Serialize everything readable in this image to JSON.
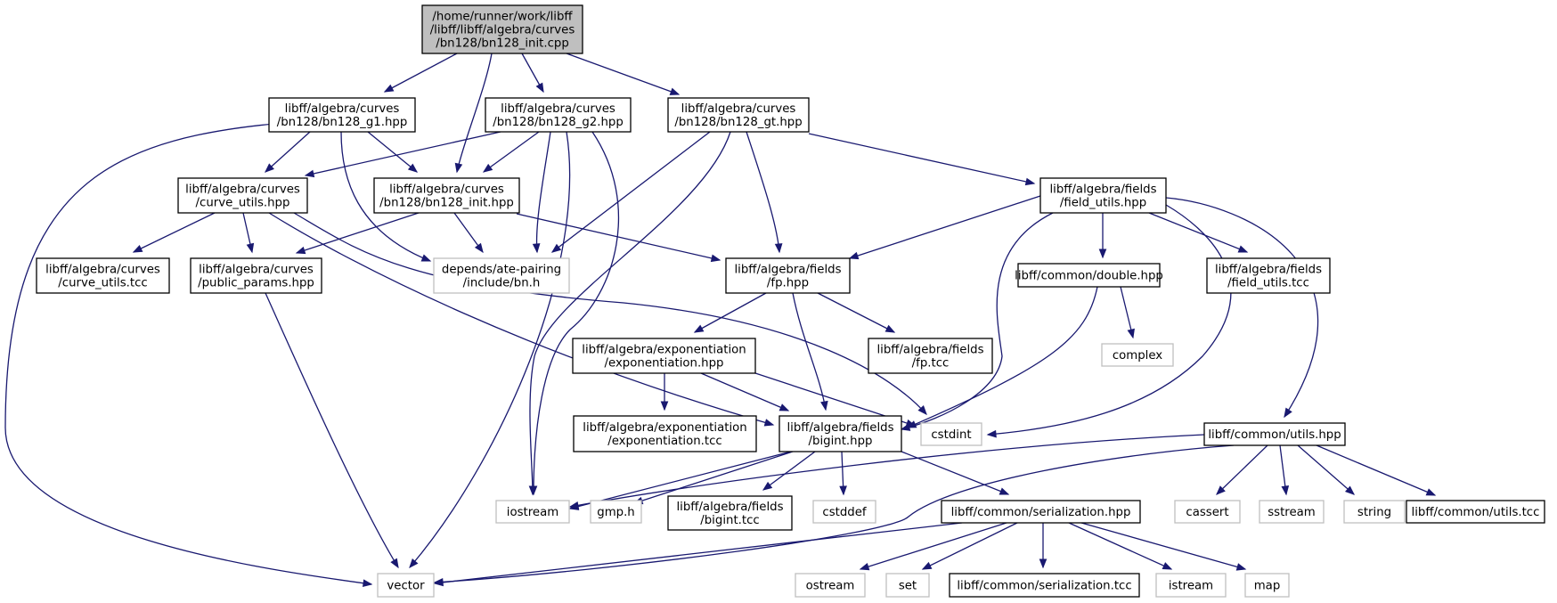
{
  "colors": {
    "edge": "#191970",
    "root_fill": "#bfbfbf",
    "local_border": "#000000",
    "external_border": "#bfbfbf"
  },
  "nodes": {
    "n_root": [
      "/home/runner/work/libff",
      "/libff/libff/algebra/curves",
      "/bn128/bn128_init.cpp"
    ],
    "n_g1": [
      "libff/algebra/curves",
      "/bn128/bn128_g1.hpp"
    ],
    "n_g2": [
      "libff/algebra/curves",
      "/bn128/bn128_g2.hpp"
    ],
    "n_gt": [
      "libff/algebra/curves",
      "/bn128/bn128_gt.hpp"
    ],
    "n_curve_utils": [
      "libff/algebra/curves",
      "/curve_utils.hpp"
    ],
    "n_init_hpp": [
      "libff/algebra/curves",
      "/bn128/bn128_init.hpp"
    ],
    "n_field_utils": [
      "libff/algebra/fields",
      "/field_utils.hpp"
    ],
    "n_curve_utils_tcc": [
      "libff/algebra/curves",
      "/curve_utils.tcc"
    ],
    "n_public_params": [
      "libff/algebra/curves",
      "/public_params.hpp"
    ],
    "n_bn_h": [
      "depends/ate-pairing",
      "/include/bn.h"
    ],
    "n_fp_hpp": [
      "libff/algebra/fields",
      "/fp.hpp"
    ],
    "n_double": [
      "libff/common/double.hpp"
    ],
    "n_field_utils_tcc": [
      "libff/algebra/fields",
      "/field_utils.tcc"
    ],
    "n_exp_hpp": [
      "libff/algebra/exponentiation",
      "/exponentiation.hpp"
    ],
    "n_fp_tcc": [
      "libff/algebra/fields",
      "/fp.tcc"
    ],
    "n_complex": [
      "complex"
    ],
    "n_exp_tcc": [
      "libff/algebra/exponentiation",
      "/exponentiation.tcc"
    ],
    "n_bigint_hpp": [
      "libff/algebra/fields",
      "/bigint.hpp"
    ],
    "n_cstdint": [
      "cstdint"
    ],
    "n_utils_hpp": [
      "libff/common/utils.hpp"
    ],
    "n_iostream": [
      "iostream"
    ],
    "n_gmp": [
      "gmp.h"
    ],
    "n_bigint_tcc": [
      "libff/algebra/fields",
      "/bigint.tcc"
    ],
    "n_cstddef": [
      "cstddef"
    ],
    "n_serialization_hpp": [
      "libff/common/serialization.hpp"
    ],
    "n_cassert": [
      "cassert"
    ],
    "n_sstream": [
      "sstream"
    ],
    "n_string": [
      "string"
    ],
    "n_utils_tcc": [
      "libff/common/utils.tcc"
    ],
    "n_vector": [
      "vector"
    ],
    "n_ostream": [
      "ostream"
    ],
    "n_set": [
      "set"
    ],
    "n_serialization_tcc": [
      "libff/common/serialization.tcc"
    ],
    "n_istream": [
      "istream"
    ],
    "n_map": [
      "map"
    ]
  }
}
